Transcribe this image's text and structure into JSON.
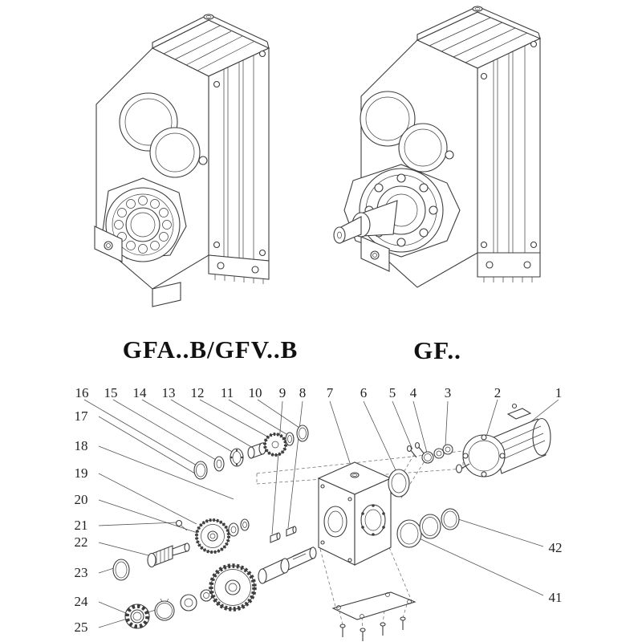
{
  "page": {
    "background": "#ffffff",
    "line_color": "#3d3d3d",
    "text_color": "#1a1a1a",
    "description_icons": [
      "gearbox-isometric-drawing-left",
      "gearbox-isometric-drawing-right",
      "exploded-parts-diagram"
    ]
  },
  "models": {
    "left": {
      "label": "GFA..B/GFV..B"
    },
    "right": {
      "label": "GF.."
    }
  },
  "callouts": {
    "top_row": [
      "16",
      "15",
      "14",
      "13",
      "12",
      "11",
      "10",
      "9",
      "8",
      "7",
      "6",
      "5",
      "4",
      "3",
      "2",
      "1"
    ],
    "left_column": [
      "17",
      "18",
      "19",
      "20",
      "21",
      "22",
      "23",
      "24",
      "25"
    ],
    "right_column": [
      "42",
      "41"
    ]
  }
}
